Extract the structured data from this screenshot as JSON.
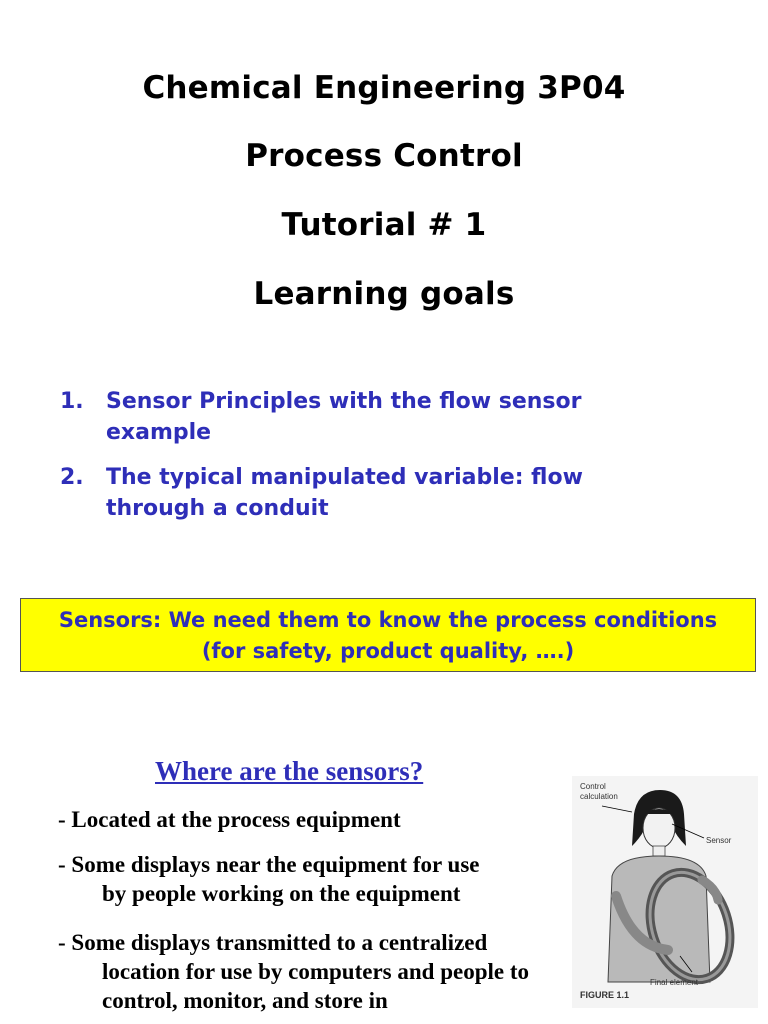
{
  "titles": {
    "line1": "Chemical Engineering 3P04",
    "line2": "Process Control",
    "line3": "Tutorial # 1",
    "line4": "Learning goals"
  },
  "goals": [
    {
      "num": "1.",
      "text": "Sensor Principles with the flow sensor example"
    },
    {
      "num": "2.",
      "text": "The typical manipulated variable: flow through a conduit"
    }
  ],
  "callout": {
    "line1": "Sensors: We need them to know the process conditions",
    "line2": "(for safety, product quality, ….)"
  },
  "sensors_section": {
    "heading": "Where are the sensors?",
    "bullets": [
      {
        "first": "- Located at the process equipment",
        "cont": ""
      },
      {
        "first": "- Some displays near the equipment for use",
        "cont": "by people working on the equipment"
      },
      {
        "first": "- Some displays transmitted to a centralized",
        "cont": "location for use by computers and people to control, monitor, and store in"
      }
    ]
  },
  "figure": {
    "label_control": "Control calculation",
    "label_sensor": "Sensor",
    "label_final": "Final element",
    "caption": "FIGURE 1.1"
  },
  "colors": {
    "accent_blue": "#2e2eb8",
    "callout_bg": "#ffff00"
  }
}
